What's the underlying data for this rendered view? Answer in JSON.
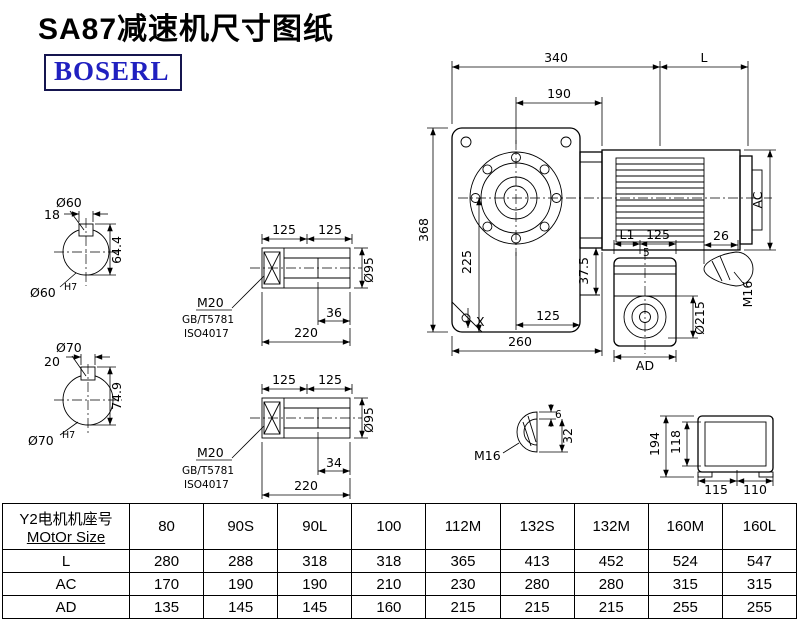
{
  "title": "SA87减速机尺寸图纸",
  "logo": {
    "text": "BOSERL"
  },
  "drawing": {
    "shaft60": {
      "label": "Ø60",
      "keyway_width": "18",
      "keyway_height": "64.4",
      "bore": "Ø60",
      "tolerance": "H7"
    },
    "shaft70": {
      "label": "Ø70",
      "keyway_width": "20",
      "keyway_height": "74.9",
      "bore": "Ø70",
      "tolerance": "H7"
    },
    "hollow_top": {
      "pitch1": "125",
      "pitch2": "125",
      "thread": "M20",
      "standard1": "GB/T5781",
      "standard2": "ISO4017",
      "depth": "36",
      "length": "220",
      "diameter": "Ø95"
    },
    "hollow_bottom": {
      "pitch1": "125",
      "pitch2": "125",
      "thread": "M20",
      "standard1": "GB/T5781",
      "standard2": "ISO4017",
      "depth": "34",
      "length": "220",
      "diameter": "Ø95"
    },
    "front_view": {
      "overall_width": "340",
      "motor_length": "L",
      "flange_offset": "190",
      "overall_height": "368",
      "center_height": "225",
      "motor_height": "AC",
      "foot_offset": "37.5",
      "bolt_pitch": "125",
      "base_width": "260",
      "datum": "X"
    },
    "side_view": {
      "l1": "L1",
      "pitch": "125",
      "gap": "5",
      "shaft_end": "26",
      "thread": "M16",
      "boss_diameter": "Ø215",
      "width": "AD"
    },
    "key_view": {
      "step": "6",
      "height": "32",
      "thread": "M16"
    },
    "back_view": {
      "height": "194",
      "inner_height": "118",
      "foot_pitch_left": "115",
      "foot_pitch_right": "110"
    }
  },
  "table": {
    "header": {
      "line1": "Y2电机机座号",
      "line2": "MOtOr Size"
    },
    "columns": [
      "80",
      "90S",
      "90L",
      "100",
      "112M",
      "132S",
      "132M",
      "160M",
      "160L"
    ],
    "rows": [
      {
        "label": "L",
        "values": [
          "280",
          "288",
          "318",
          "318",
          "365",
          "413",
          "452",
          "524",
          "547"
        ]
      },
      {
        "label": "AC",
        "values": [
          "170",
          "190",
          "190",
          "210",
          "230",
          "280",
          "280",
          "315",
          "315"
        ]
      },
      {
        "label": "AD",
        "values": [
          "135",
          "145",
          "145",
          "160",
          "215",
          "215",
          "215",
          "255",
          "255"
        ]
      }
    ]
  }
}
